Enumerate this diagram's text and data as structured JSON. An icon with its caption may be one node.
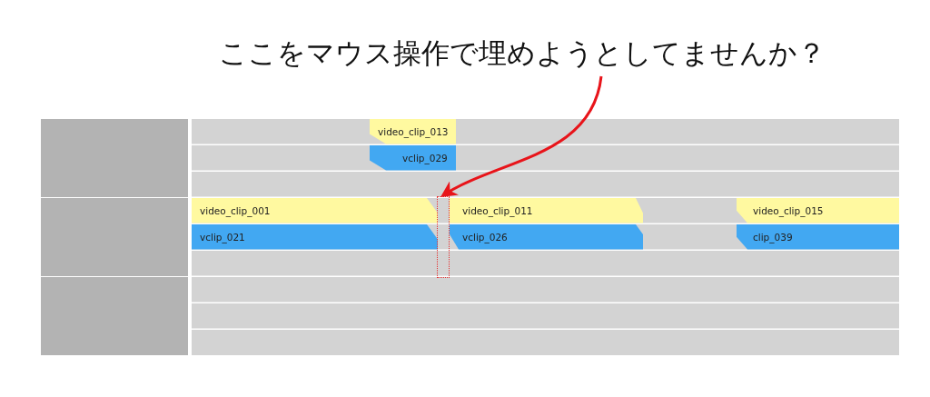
{
  "diagram": {
    "nodes": [
      {
        "text": [
          "ここをマウス操作で埋めようとしてませんか？"
        ]
      },
      {
        "text": [
          "video_clip_013"
        ]
      },
      {
        "text": [
          "vclip_029"
        ]
      },
      {
        "text": [
          "video_clip_001"
        ]
      },
      {
        "text": [
          "vclip_021"
        ]
      },
      {
        "text": [
          "video_clip_011"
        ]
      },
      {
        "text": [
          "vclip_026"
        ]
      },
      {
        "text": [
          "video_clip_015"
        ]
      },
      {
        "text": [
          "clip_039"
        ]
      },
      {
        "text": [],
        "shape": "box"
      }
    ],
    "edges": [
      {
        "from": 0,
        "to": 9,
        "arrow": "to"
      }
    ]
  }
}
